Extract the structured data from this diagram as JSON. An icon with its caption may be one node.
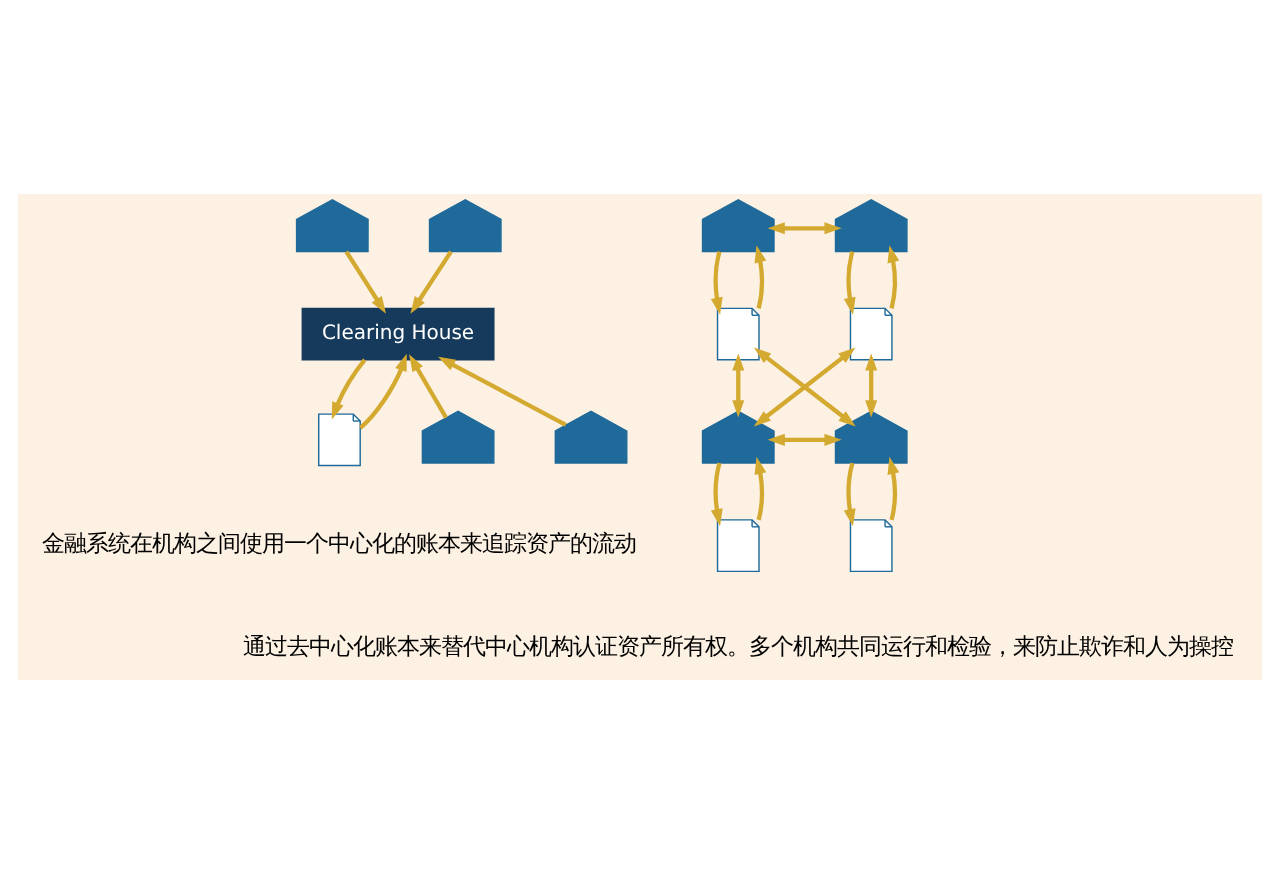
{
  "diagram": {
    "nodes": [
      {
        "text": [],
        "shape": "bank"
      },
      {
        "text": [],
        "shape": "bank"
      },
      {
        "text": [
          "Clearing House"
        ]
      },
      {
        "text": [],
        "shape": "document"
      },
      {
        "text": [],
        "shape": "bank"
      },
      {
        "text": [],
        "shape": "bank"
      },
      {
        "text": [],
        "shape": "bank"
      },
      {
        "text": [],
        "shape": "bank"
      },
      {
        "text": [],
        "shape": "document"
      },
      {
        "text": [],
        "shape": "document"
      },
      {
        "text": [],
        "shape": "bank"
      },
      {
        "text": [],
        "shape": "bank"
      },
      {
        "text": [],
        "shape": "document"
      },
      {
        "text": [],
        "shape": "document"
      }
    ],
    "edges": [
      {
        "from": 0,
        "to": 2,
        "arrow": "to"
      },
      {
        "from": 1,
        "to": 2,
        "arrow": "to"
      },
      {
        "from": 4,
        "to": 2,
        "arrow": "to"
      },
      {
        "from": 5,
        "to": 2,
        "arrow": "to"
      },
      {
        "from": 3,
        "to": 2,
        "arrow": "to"
      },
      {
        "from": 2,
        "to": 3,
        "arrow": "to"
      },
      {
        "from": 6,
        "to": 7,
        "arrow": "both"
      },
      {
        "from": 8,
        "to": 6,
        "arrow": "to"
      },
      {
        "from": 6,
        "to": 8,
        "arrow": "to"
      },
      {
        "from": 9,
        "to": 7,
        "arrow": "to"
      },
      {
        "from": 7,
        "to": 9,
        "arrow": "to"
      },
      {
        "from": 8,
        "to": 11,
        "arrow": "both"
      },
      {
        "from": 9,
        "to": 10,
        "arrow": "both"
      },
      {
        "from": 8,
        "to": 10,
        "arrow": "both"
      },
      {
        "from": 9,
        "to": 11,
        "arrow": "both"
      },
      {
        "from": 10,
        "to": 11,
        "arrow": "both"
      },
      {
        "from": 12,
        "to": 10,
        "arrow": "to"
      },
      {
        "from": 10,
        "to": 12,
        "arrow": "to"
      },
      {
        "from": 13,
        "to": 11,
        "arrow": "to"
      },
      {
        "from": 11,
        "to": 13,
        "arrow": "to"
      }
    ],
    "labels": [
      "金融系统在机构之间使用一个中心化的账本来追踪资产的流动",
      "通过去中心化账本来替代中心机构认证资产所有权。多个机构共同运行和检验，来防止欺诈和人为操控"
    ]
  }
}
